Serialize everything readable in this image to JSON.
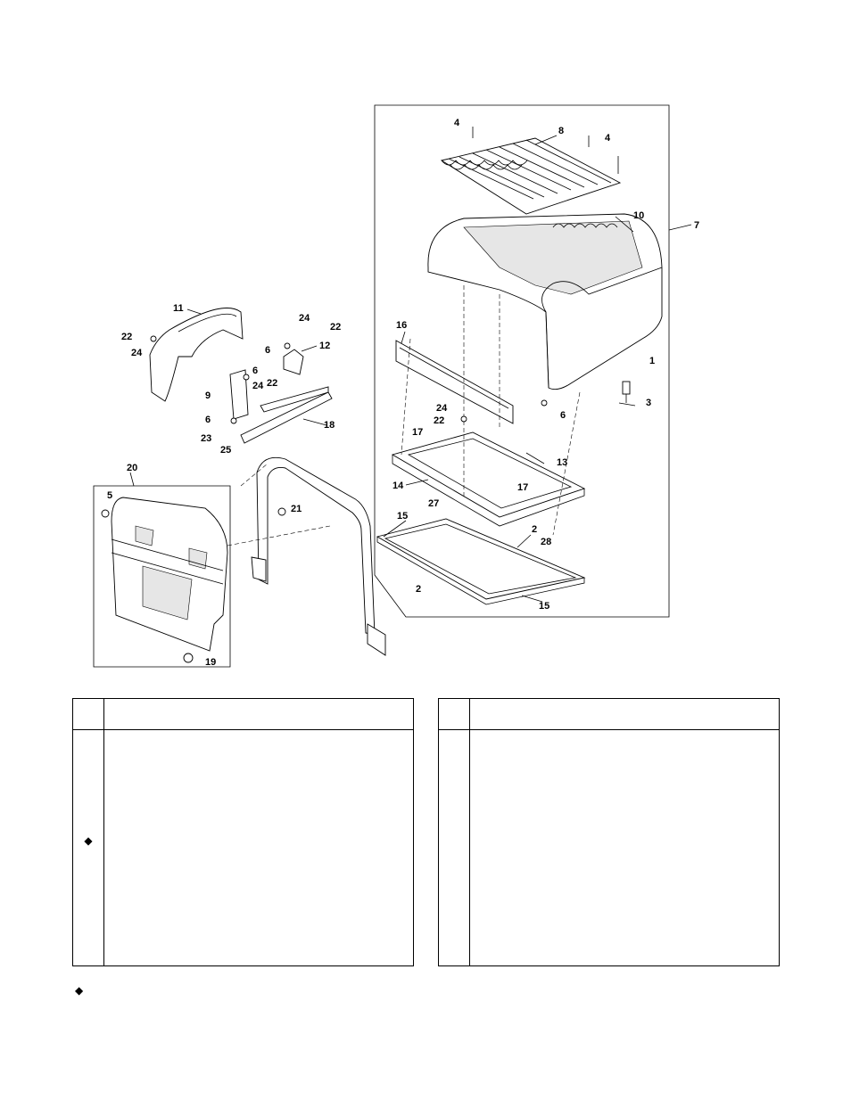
{
  "drawing": {
    "callouts": {
      "c1": "1",
      "c2a": "2",
      "c2b": "2",
      "c3": "3",
      "c4a": "4",
      "c4b": "4",
      "c5": "5",
      "c6a": "6",
      "c6b": "6",
      "c6c": "6",
      "c6d": "6",
      "c7": "7",
      "c8": "8",
      "c9": "9",
      "c10": "10",
      "c11": "11",
      "c12": "12",
      "c13": "13",
      "c14": "14",
      "c15a": "15",
      "c15b": "15",
      "c16": "16",
      "c17a": "17",
      "c17b": "17",
      "c18": "18",
      "c19": "19",
      "c20": "20",
      "c21": "21",
      "c22a": "22",
      "c22b": "22",
      "c22c": "22",
      "c22d": "22",
      "c23": "23",
      "c24a": "24",
      "c24b": "24",
      "c24c": "24",
      "c24d": "24",
      "c25": "25",
      "c27": "27",
      "c28": "28"
    }
  },
  "tables": {
    "left": {
      "row_marker": "◆"
    },
    "right": {
      "row_marker": ""
    }
  },
  "footnote": {
    "marker": "◆"
  }
}
